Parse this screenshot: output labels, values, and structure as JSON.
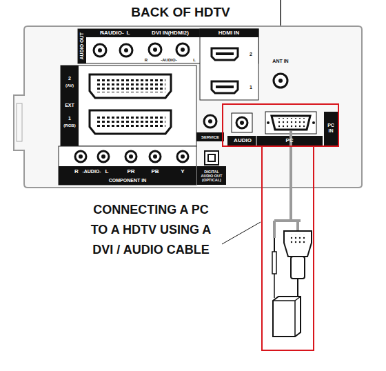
{
  "diagram": {
    "title": "BACK OF HDTV",
    "caption": "CONNECTING A PC TO A HDTV USING A DVI / AUDIO CABLE",
    "nodes": [
      {
        "text": [
          "PC IN",
          "AUDIO",
          "PC"
        ]
      }
    ],
    "edges": [],
    "labels": [
      "AUDIO OUT",
      "R",
      "-AUDIO-",
      "L",
      "DVI IN(HDMI2)",
      "R",
      "-AUDIO-",
      "L",
      "HDMI IN",
      "2",
      "1",
      "ANT IN",
      "EXT",
      "2",
      "(AV)",
      "1",
      "(RGB)",
      "SERVICE",
      "R",
      "-AUDIO-",
      "L",
      "PR",
      "PB",
      "Y",
      "COMPONENT IN",
      "DIGITAL AUDIO OUT (OPTICAL)"
    ]
  }
}
